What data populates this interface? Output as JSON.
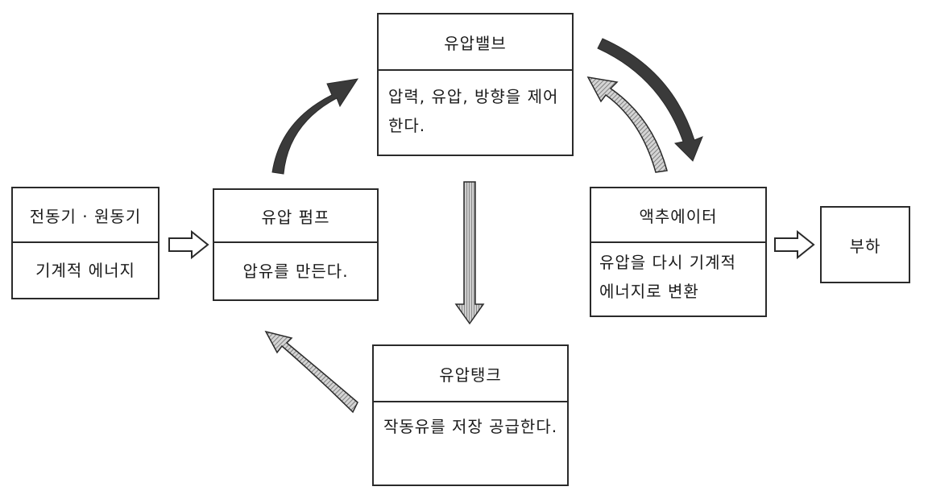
{
  "nodes": {
    "motor": {
      "title": "전동기 · 원동기",
      "desc": "기계적 에너지"
    },
    "pump": {
      "title": "유압 펌프",
      "desc": "압유를 만든다."
    },
    "valve": {
      "title": "유압밸브",
      "desc": "압력, 유압, 방향을 제어한다."
    },
    "actuator": {
      "title": "액추에이터",
      "desc": "유압을 다시 기계적 에너지로 변환"
    },
    "tank": {
      "title": "유압탱크",
      "desc": "작동유를 저장 공급한다."
    },
    "load": {
      "title": "부하"
    }
  },
  "colors": {
    "border": "#2a2a2a",
    "arrow_dark": "#3a3a3a",
    "arrow_hatch": "#8a8a8a"
  }
}
